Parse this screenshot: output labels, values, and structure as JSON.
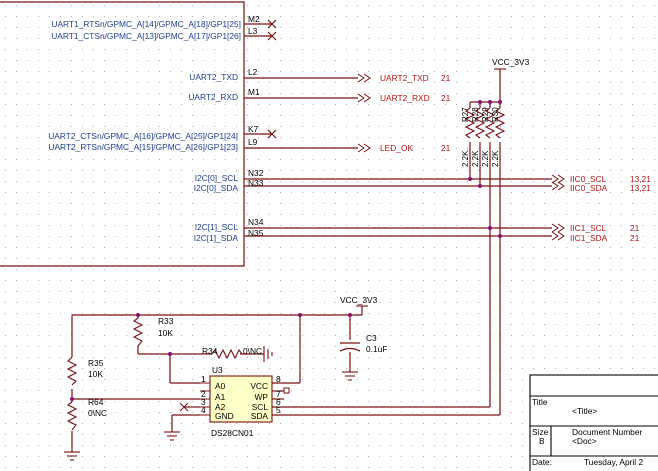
{
  "pin_labels": {
    "uart1_rts": "UART1_RTSn/GPMC_A[14]/GPMC_A[18]/GP1[25]",
    "uart1_cts": "UART1_CTSn/GPMC_A[13]/GPMC_A[17]/GP1[26]",
    "uart2_txd": "UART2_TXD",
    "uart2_rxd": "UART2_RXD",
    "uart2_cts": "UART2_CTSn/GPMC_A[16]/GPMC_A[25]/GP1[24]",
    "uart2_rts": "UART2_RTSn/GPMC_A[15]/GPMC_A[26]/GP1[23]",
    "i2c0_scl": "I2C[0]_SCL",
    "i2c0_sda": "I2C[0]_SDA",
    "i2c1_scl": "I2C[1]_SCL",
    "i2c1_sda": "I2C[1]_SDA"
  },
  "pin_numbers": {
    "m2": "M2",
    "l3": "L3",
    "l2": "L2",
    "m1": "M1",
    "k7": "K7",
    "l9": "L9",
    "n32": "N32",
    "n33": "N33",
    "n34": "N34",
    "n35": "N35"
  },
  "offpage": {
    "uart2_txd": "UART2_TXD",
    "uart2_txd_page": "21",
    "uart2_rxd": "UART2_RXD",
    "uart2_rxd_page": "21",
    "led_ok": "LED_OK",
    "led_ok_page": "21",
    "iic0_scl": "IIC0_SCL",
    "iic0_scl_page": "13,21",
    "iic0_sda": "IIC0_SDA",
    "iic0_sda_page": "13,21",
    "iic1_scl": "IIC1_SCL",
    "iic1_scl_page": "21",
    "iic1_sda": "IIC1_SDA",
    "iic1_sda_page": "21"
  },
  "power": {
    "vcc_top": "VCC_3V3",
    "vcc_mid": "VCC_3V3"
  },
  "pullups": [
    {
      "ref": "R27",
      "value": "2.2K"
    },
    {
      "ref": "R28",
      "value": "2.2K"
    },
    {
      "ref": "R29",
      "value": "2.2K"
    },
    {
      "ref": "R30",
      "value": "2.2K"
    }
  ],
  "parts": {
    "r33_ref": "R33",
    "r33_val": "10K",
    "r34_ref": "R34",
    "r34_val": "0\\NC",
    "r35_ref": "R35",
    "r35_val": "10K",
    "r64_ref": "R64",
    "r64_val": "0\\NC",
    "c3_ref": "C3",
    "c3_val": "0.1uF"
  },
  "u3": {
    "ref": "U3",
    "part": "DS28CN01",
    "pins_left": [
      {
        "num": "1",
        "name": "A0"
      },
      {
        "num": "2",
        "name": "A1"
      },
      {
        "num": "3",
        "name": "A2"
      },
      {
        "num": "4",
        "name": "GND"
      }
    ],
    "pins_right": [
      {
        "num": "8",
        "name": "VCC"
      },
      {
        "num": "7",
        "name": "WP"
      },
      {
        "num": "6",
        "name": "SCL"
      },
      {
        "num": "5",
        "name": "SDA"
      }
    ]
  },
  "title_block": {
    "title_label": "Title",
    "title_value": "<Title>",
    "size_label": "Size",
    "size_value": "B",
    "docnum_label": "Document Number",
    "docnum_value": "<Doc>",
    "date_label": "Date:",
    "date_value": "Tuesday, April 2"
  }
}
